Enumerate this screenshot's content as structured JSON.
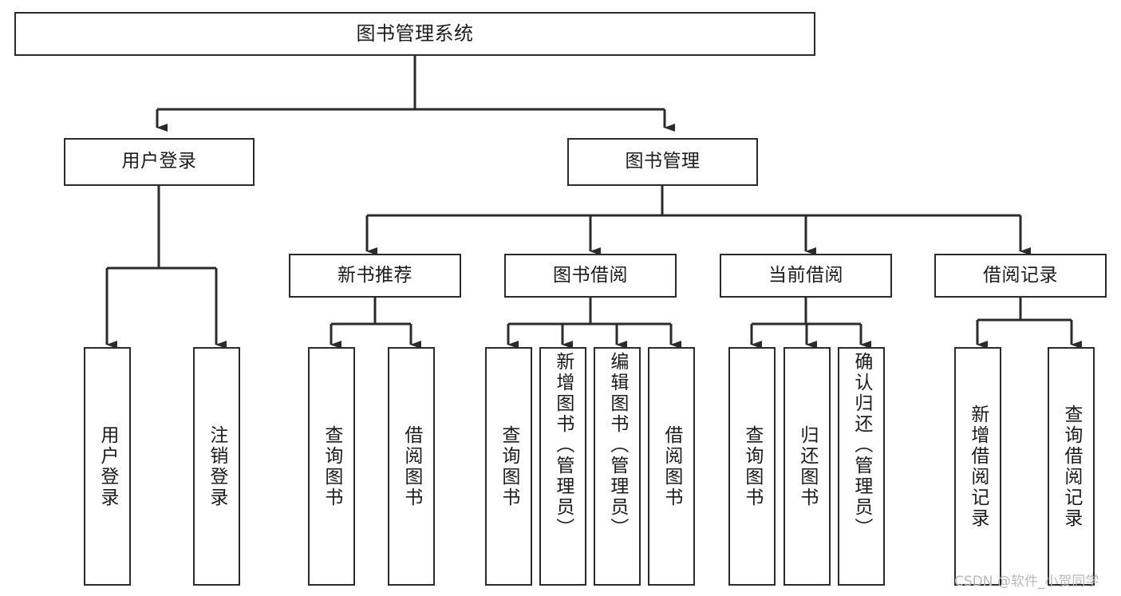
{
  "diagram": {
    "type": "tree-hierarchy-diagram",
    "title": "图书管理系统",
    "colors": {
      "background": "#ffffff",
      "box_border": "#2b2b2b",
      "box_fill": "#ffffff",
      "connector": "#2b2b2b",
      "text": "#1b1b1b",
      "watermark": "#b9b9b9"
    },
    "nodes": {
      "root": {
        "label": "图书管理系统"
      },
      "level1": [
        {
          "id": "user-login",
          "label": "用户登录"
        },
        {
          "id": "book-manage",
          "label": "图书管理"
        }
      ],
      "level2": [
        {
          "id": "new-book-recommend",
          "label": "新书推荐"
        },
        {
          "id": "book-borrow",
          "label": "图书借阅"
        },
        {
          "id": "current-borrow",
          "label": "当前借阅"
        },
        {
          "id": "borrow-record",
          "label": "借阅记录"
        }
      ],
      "leaves": {
        "user_login": [
          {
            "id": "leaf-user-login",
            "label": "用户登录"
          },
          {
            "id": "leaf-logout-login",
            "label": "注销登录"
          }
        ],
        "new_book_recommend": [
          {
            "id": "leaf-query-book-1",
            "label": "查询图书"
          },
          {
            "id": "leaf-borrow-book-1",
            "label": "借阅图书"
          }
        ],
        "book_borrow": [
          {
            "id": "leaf-query-book-2",
            "label": "查询图书"
          },
          {
            "id": "leaf-add-book-admin",
            "label": "新增图书（管理员）"
          },
          {
            "id": "leaf-edit-book-admin",
            "label": "编辑图书（管理员）"
          },
          {
            "id": "leaf-borrow-book-2",
            "label": "借阅图书"
          }
        ],
        "current_borrow": [
          {
            "id": "leaf-query-book-3",
            "label": "查询图书"
          },
          {
            "id": "leaf-return-book",
            "label": "归还图书"
          },
          {
            "id": "leaf-confirm-return-admin",
            "label": "确认归还（管理员）"
          }
        ],
        "borrow_record": [
          {
            "id": "leaf-add-borrow-record",
            "label": "新增借阅记录"
          },
          {
            "id": "leaf-query-borrow-record",
            "label": "查询借阅记录"
          }
        ]
      }
    },
    "watermark": "CSDN @软件_小贺同学"
  }
}
